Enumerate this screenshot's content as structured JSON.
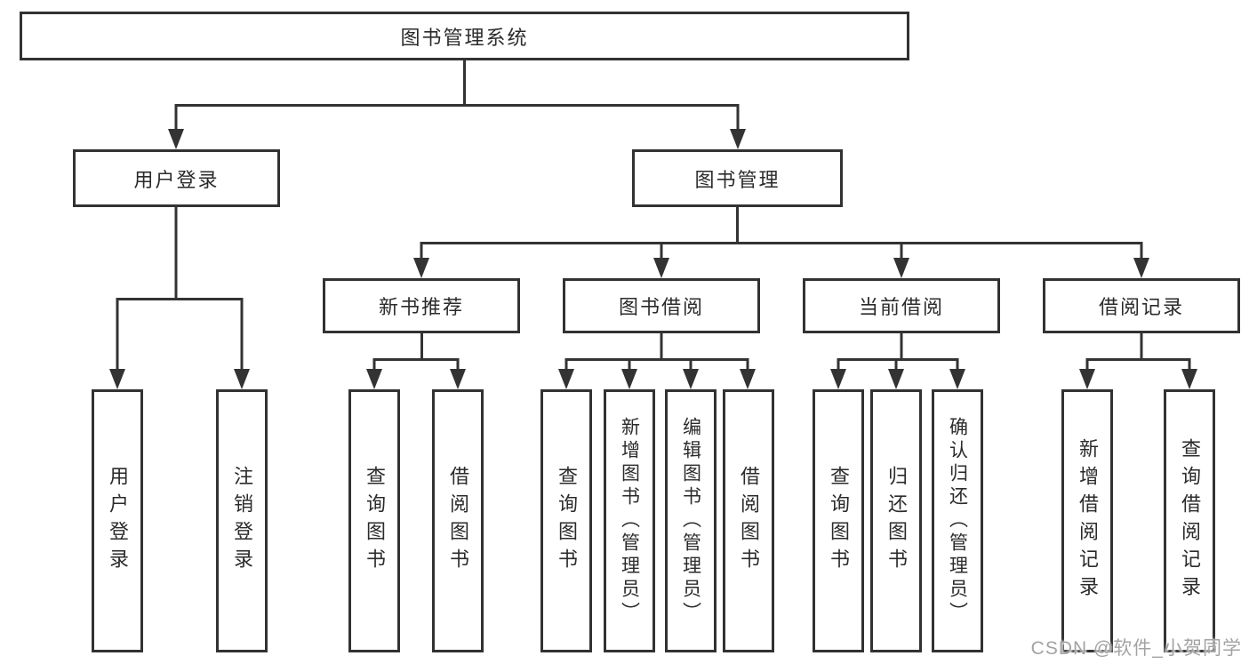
{
  "diagram_title": "图书管理系统",
  "colors": {
    "line": "#333333",
    "box_border": "#323232",
    "text": "#2b2b2b",
    "background": "#ffffff",
    "watermark": "#a3a3a3"
  },
  "watermark": {
    "text": "CSDN @软件_小贺同学"
  },
  "tree": {
    "root": {
      "label": "图书管理系统",
      "children": [
        {
          "label": "用户登录",
          "children": [
            {
              "label": "用户登录"
            },
            {
              "label": "注销登录"
            }
          ]
        },
        {
          "label": "图书管理",
          "children": [
            {
              "label": "新书推荐",
              "children": [
                {
                  "label": "查询图书"
                },
                {
                  "label": "借阅图书"
                }
              ]
            },
            {
              "label": "图书借阅",
              "children": [
                {
                  "label": "查询图书"
                },
                {
                  "label": "新增图书（管理员）"
                },
                {
                  "label": "编辑图书（管理员）"
                },
                {
                  "label": "借阅图书"
                }
              ]
            },
            {
              "label": "当前借阅",
              "children": [
                {
                  "label": "查询图书"
                },
                {
                  "label": "归还图书"
                },
                {
                  "label": "确认归还（管理员）"
                }
              ]
            },
            {
              "label": "借阅记录",
              "children": [
                {
                  "label": "新增借阅记录"
                },
                {
                  "label": "查询借阅记录"
                }
              ]
            }
          ]
        }
      ]
    }
  }
}
